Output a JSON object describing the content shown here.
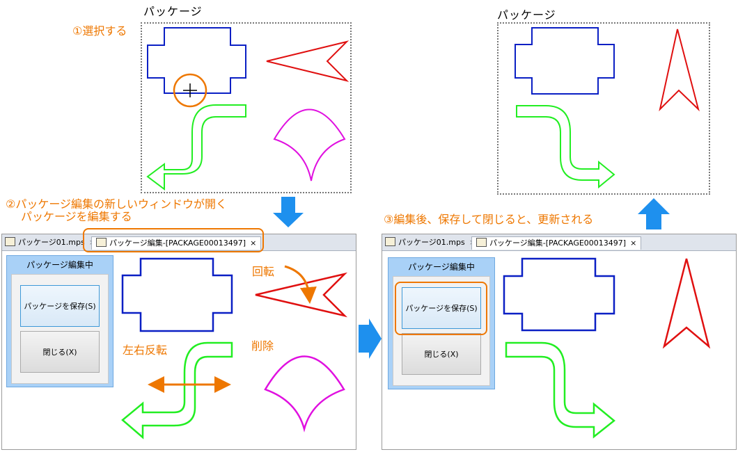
{
  "labels": {
    "package": "パッケージ",
    "step1": "①選択する",
    "step2_line1": "②パッケージ編集の新しいウィンドウが開く",
    "step2_line2": "パッケージを編集する",
    "step3": "③編集後、保存して閉じると、更新される",
    "rotate": "回転",
    "flip": "左右反転",
    "delete": "削除"
  },
  "tabs": {
    "file_tab": "パッケージ01.mps",
    "edit_tab": "パッケージ編集-[PACKAGE00013497]",
    "close": "×"
  },
  "panel": {
    "title": "パッケージ編集中",
    "save_button": "パッケージを保存(S)",
    "close_button": "閉じる(X)"
  },
  "colors": {
    "orange": "#ee7700",
    "blue_shape": "#0a1fc4",
    "red_shape": "#e01010",
    "green_shape": "#22ee22",
    "magenta_shape": "#e010e0",
    "arrow_blue": "#1e90ee"
  }
}
